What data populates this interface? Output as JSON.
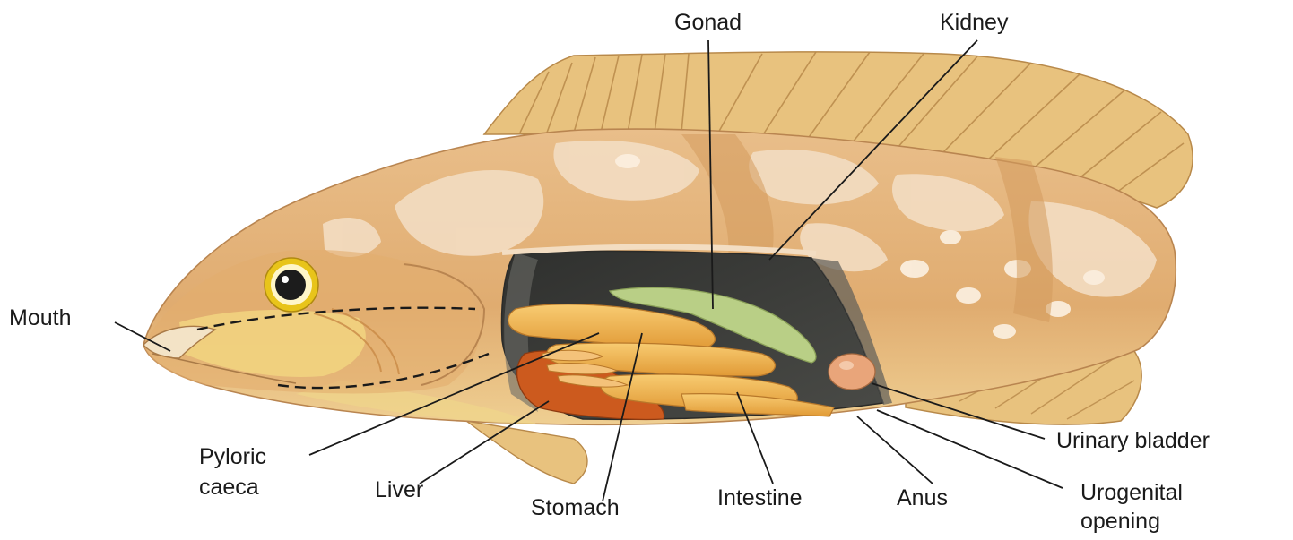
{
  "labels": {
    "gonad": "Gonad",
    "kidney": "Kidney",
    "mouth": "Mouth",
    "pyloric_caeca_line1": "Pyloric",
    "pyloric_caeca_line2": "caeca",
    "liver": "Liver",
    "stomach": "Stomach",
    "intestine": "Intestine",
    "anus": "Anus",
    "urinary_bladder": "Urinary bladder",
    "urogenital_line1": "Urogenital",
    "urogenital_line2": "opening"
  },
  "colors": {
    "body_tan": "#e3b27a",
    "body_dark": "#d39a5c",
    "body_pale": "#f3ddc2",
    "fin": "#e8c27e",
    "fin_ray": "#b8894a",
    "belly_yellow": "#f0d68a",
    "cavity_dark": "#3b3b38",
    "gonad_green": "#b9cf86",
    "intestine_orange": "#f2b04e",
    "liver_red": "#cc5a1e",
    "eye_ring": "#e8c41a",
    "line": "#1a1a1a"
  }
}
